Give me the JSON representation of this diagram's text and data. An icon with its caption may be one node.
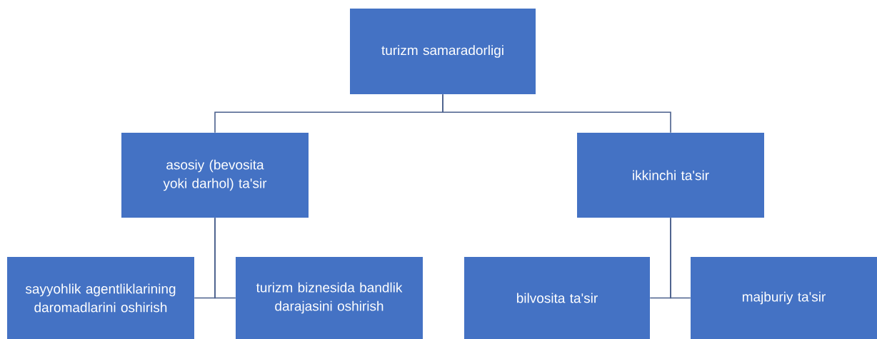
{
  "diagram": {
    "nodes": [
      {
        "text": [
          "turizm samaradorligi"
        ]
      },
      {
        "text": [
          "asosiy (bevosita yoki darhol) ta'sir"
        ]
      },
      {
        "text": [
          "ikkinchi ta'sir"
        ]
      },
      {
        "text": [
          "sayyohlik agentliklarining daromadlarini oshirish"
        ]
      },
      {
        "text": [
          "turizm biznesida bandlik darajasini oshirish"
        ]
      },
      {
        "text": [
          "bilvosita ta'sir"
        ]
      },
      {
        "text": [
          "majburiy ta'sir"
        ]
      }
    ],
    "edges": [
      {
        "from": 0,
        "to": 1,
        "arrow": "none"
      },
      {
        "from": 0,
        "to": 2,
        "arrow": "none"
      },
      {
        "from": 1,
        "to": 3,
        "arrow": "none"
      },
      {
        "from": 1,
        "to": 4,
        "arrow": "none"
      },
      {
        "from": 2,
        "to": 5,
        "arrow": "none"
      },
      {
        "from": 2,
        "to": 6,
        "arrow": "none"
      }
    ]
  }
}
